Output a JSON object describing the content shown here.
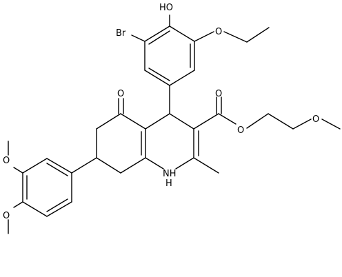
{
  "atom_labels": {
    "hydroxyl": "HO",
    "bromo": "Br",
    "ethoxy_o": "O",
    "ketone_o": "O",
    "carbonyl_o": "O",
    "ester_o": "O",
    "methoxyethyl_o": "O",
    "ring_nh": "NH",
    "ring_h": "H",
    "methoxy_o_upper": "O",
    "methoxy_o_lower": "O"
  },
  "colors": {
    "bond": "#000000",
    "label": "#000000",
    "background": "#ffffff"
  }
}
